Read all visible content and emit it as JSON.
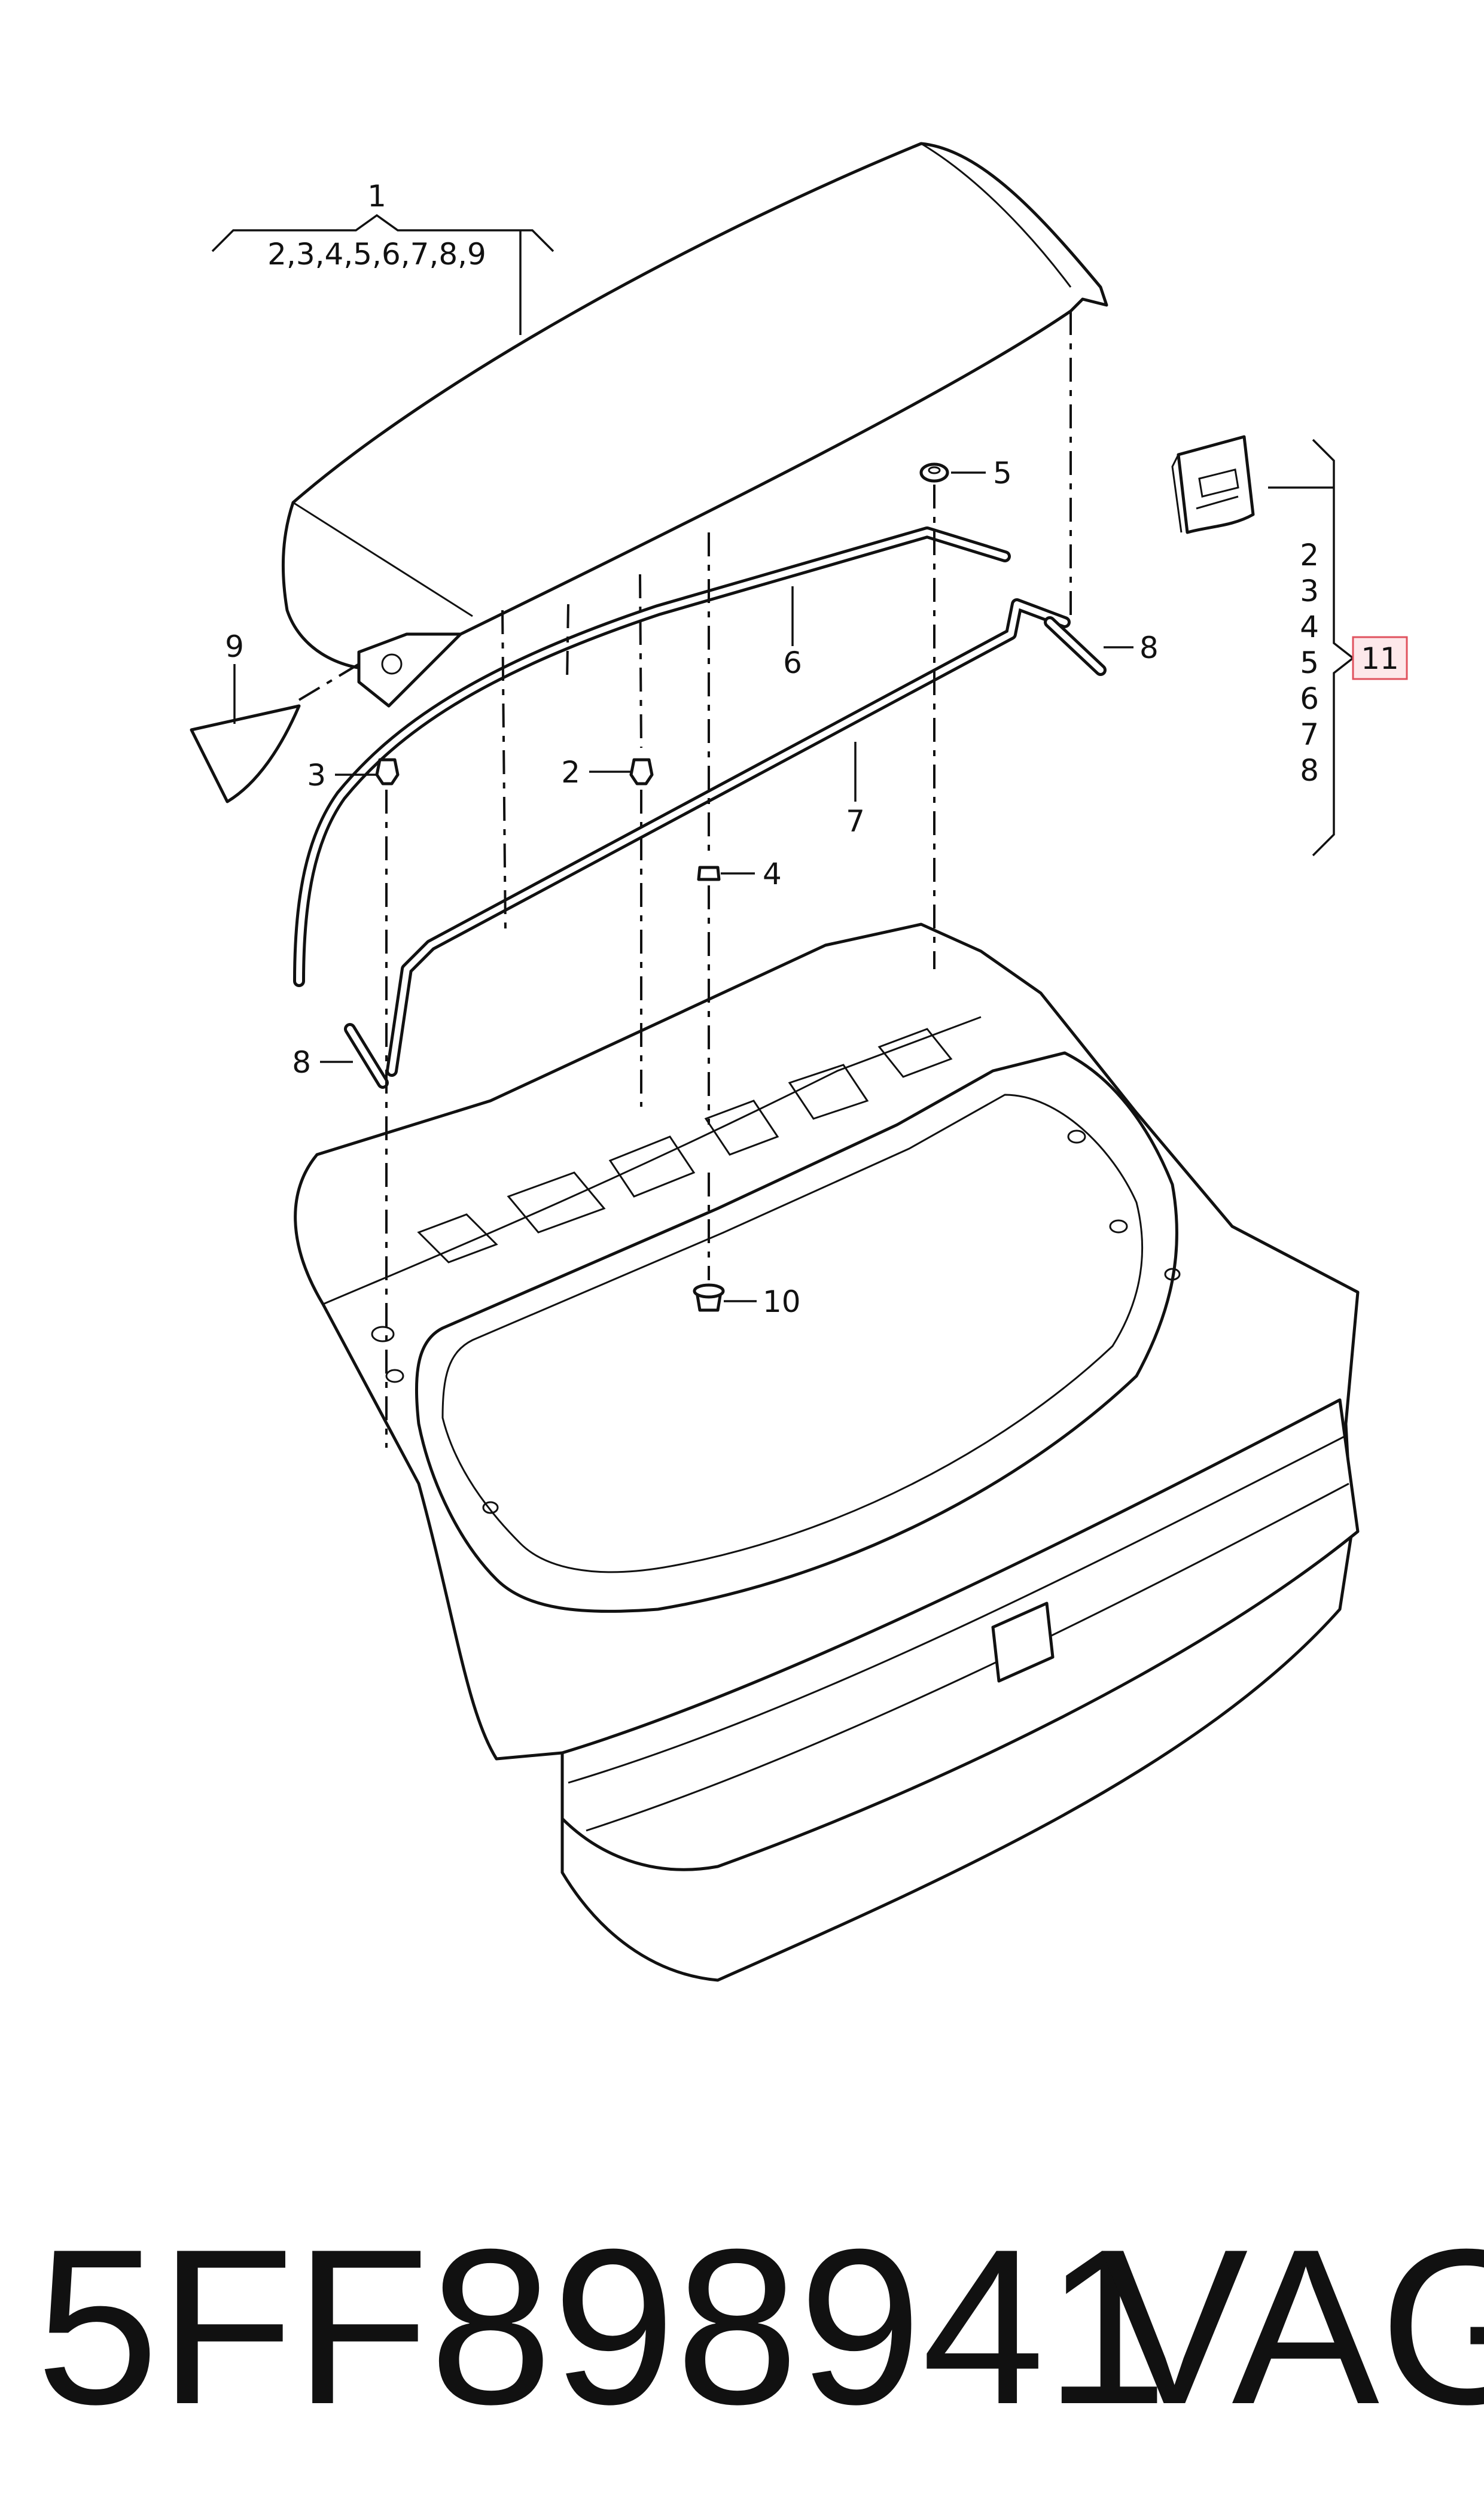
{
  "callouts": {
    "c1": "1",
    "c1_sub": "2,3,4,5,6,7,8,9",
    "c2": "2",
    "c3": "3",
    "c4": "4",
    "c5": "5",
    "c6": "6",
    "c7": "7",
    "c8a": "8",
    "c8b": "8",
    "c9": "9",
    "c10": "10",
    "c11": "11"
  },
  "kit_list": [
    "2",
    "3",
    "4",
    "5",
    "6",
    "7",
    "8"
  ],
  "footer": {
    "part_number": "5FF898941",
    "brand": "VAG"
  },
  "colors": {
    "line": "#111111",
    "highlight_fill": "#fde8ea",
    "highlight_stroke": "#e0525e"
  }
}
